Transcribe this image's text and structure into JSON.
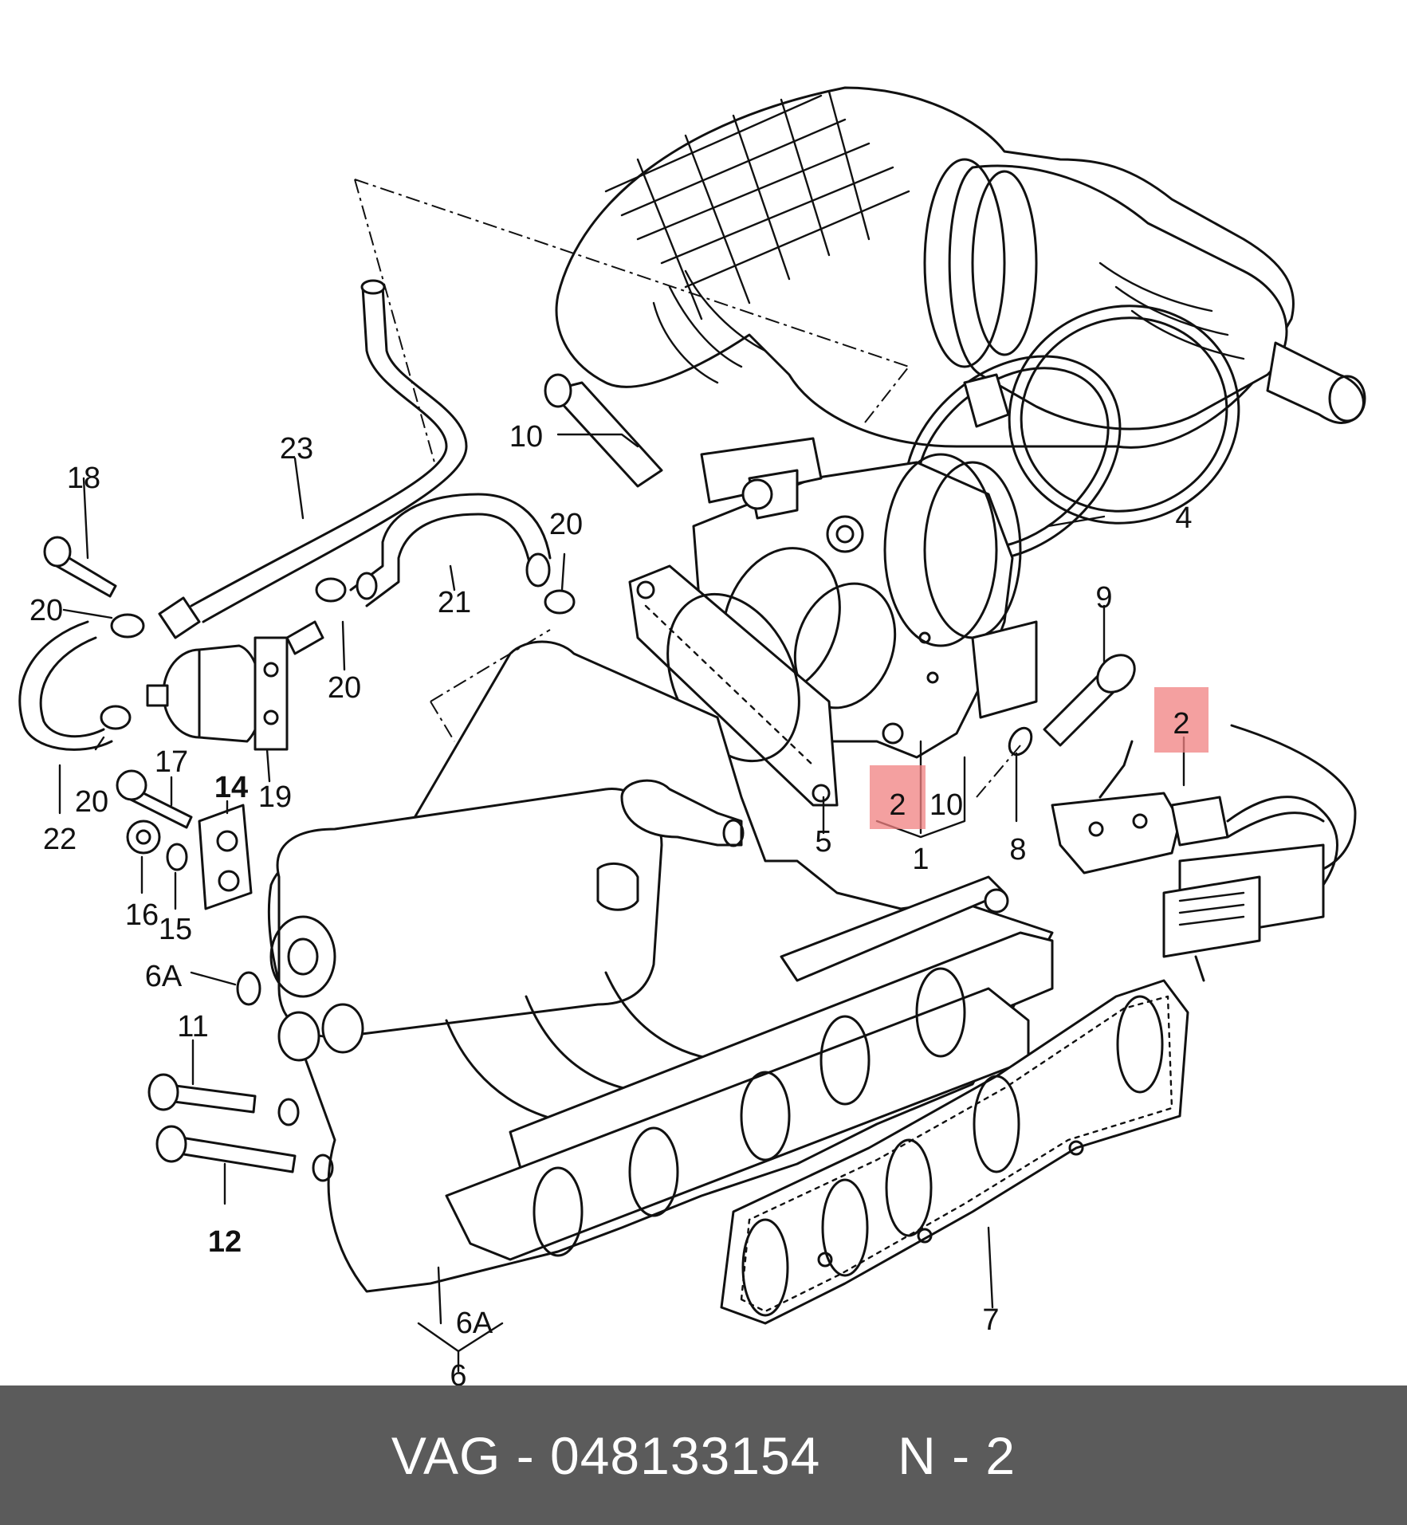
{
  "diagram": {
    "callouts": {
      "c1": "1",
      "c2a": "2",
      "c2b": "2",
      "c4": "4",
      "c5": "5",
      "c6": "6",
      "c6a_top": "6A",
      "c6a_bottom": "6A",
      "c7": "7",
      "c8": "8",
      "c9": "9",
      "c10a": "10",
      "c10b": "10",
      "c11": "11",
      "c12": "12",
      "c14": "14",
      "c15": "15",
      "c16": "16",
      "c17": "17",
      "c18": "18",
      "c19": "19",
      "c20a": "20",
      "c20b": "20",
      "c20c": "20",
      "c20d": "20",
      "c21": "21",
      "c22": "22",
      "c23": "23"
    },
    "highlight_color": "#f08080"
  },
  "footer": {
    "text": "VAG - 048133154     N - 2",
    "background": "#5b5b5b",
    "color": "#ffffff"
  }
}
